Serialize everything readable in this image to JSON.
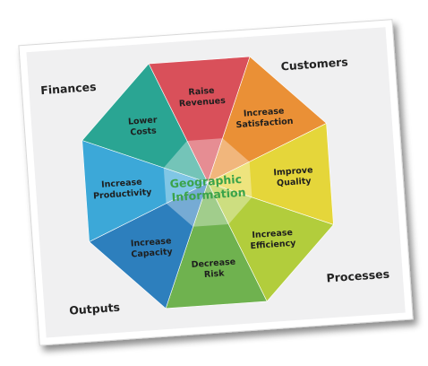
{
  "corner_labels": {
    "top_left": "Finances",
    "top_right": "Customers",
    "bottom_left": "Outputs",
    "bottom_right": "Processes"
  },
  "center_label": [
    "Geographic",
    "Information"
  ],
  "segments": [
    {
      "lines": [
        "Raise",
        "Revenues"
      ],
      "color": "#d9505a"
    },
    {
      "lines": [
        "Increase",
        "Satisfaction"
      ],
      "color": "#ea9036"
    },
    {
      "lines": [
        "Improve",
        "Quality"
      ],
      "color": "#e5d63a"
    },
    {
      "lines": [
        "Increase",
        "Efficiency"
      ],
      "color": "#b2cd3c"
    },
    {
      "lines": [
        "Decrease",
        "Risk"
      ],
      "color": "#6fb24f"
    },
    {
      "lines": [
        "Increase",
        "Capacity"
      ],
      "color": "#2d7fbd"
    },
    {
      "lines": [
        "Increase",
        "Productivity"
      ],
      "color": "#3ca8d8"
    },
    {
      "lines": [
        "Lower",
        "Costs"
      ],
      "color": "#2aa593"
    }
  ],
  "colors": {
    "card_background": "#f0f0f1",
    "paper": "#ffffff",
    "center_text": "#3aa34a",
    "corner_text": "#222222",
    "segment_text": "#1e1e1e"
  }
}
